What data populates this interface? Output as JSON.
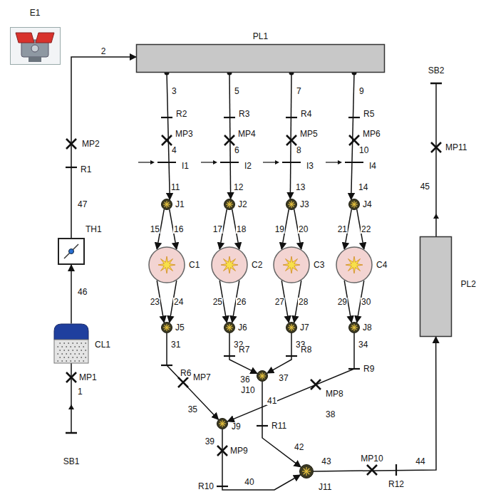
{
  "diagram": {
    "nodes": [
      {
        "text": [
          "PL1"
        ]
      },
      {
        "text": [
          "TH1"
        ]
      },
      {
        "text": [
          "J1"
        ]
      },
      {
        "text": [
          "J2"
        ]
      },
      {
        "text": [
          "J3"
        ]
      },
      {
        "text": [
          "J4"
        ]
      },
      {
        "text": [
          "C1"
        ]
      },
      {
        "text": [
          "C2"
        ]
      },
      {
        "text": [
          "C3"
        ]
      },
      {
        "text": [
          "C4"
        ]
      },
      {
        "text": [
          "PL2"
        ]
      },
      {
        "text": [
          "J5"
        ]
      },
      {
        "text": [
          "J6"
        ]
      },
      {
        "text": [
          "J7"
        ]
      },
      {
        "text": [
          "J8"
        ]
      },
      {
        "text": [
          "CL1"
        ]
      },
      {
        "text": [
          "J10"
        ]
      },
      {
        "text": [
          "J9"
        ]
      },
      {
        "text": [
          "J11"
        ]
      }
    ],
    "edges": [
      {
        "from": 15,
        "to": 1,
        "arrow": "to"
      },
      {
        "from": 1,
        "to": 0,
        "arrow": "to"
      },
      {
        "from": 0,
        "to": 2,
        "arrow": "to"
      },
      {
        "from": 0,
        "to": 3,
        "arrow": "to"
      },
      {
        "from": 0,
        "to": 4,
        "arrow": "to"
      },
      {
        "from": 0,
        "to": 5,
        "arrow": "to"
      },
      {
        "from": 2,
        "to": 6,
        "label": "15",
        "arrow": "to"
      },
      {
        "from": 2,
        "to": 6,
        "label": "16",
        "arrow": "to"
      },
      {
        "from": 3,
        "to": 7,
        "label": "17",
        "arrow": "to"
      },
      {
        "from": 3,
        "to": 7,
        "label": "18",
        "arrow": "to"
      },
      {
        "from": 4,
        "to": 8,
        "label": "19",
        "arrow": "to"
      },
      {
        "from": 4,
        "to": 8,
        "label": "20",
        "arrow": "to"
      },
      {
        "from": 5,
        "to": 9,
        "label": "21",
        "arrow": "to"
      },
      {
        "from": 5,
        "to": 9,
        "label": "22",
        "arrow": "to"
      },
      {
        "from": 6,
        "to": 11,
        "label": "23",
        "arrow": "to"
      },
      {
        "from": 6,
        "to": 11,
        "label": "24",
        "arrow": "to"
      },
      {
        "from": 7,
        "to": 12,
        "label": "25",
        "arrow": "to"
      },
      {
        "from": 7,
        "to": 12,
        "label": "26",
        "arrow": "to"
      },
      {
        "from": 8,
        "to": 13,
        "label": "27",
        "arrow": "to"
      },
      {
        "from": 8,
        "to": 13,
        "label": "28",
        "arrow": "to"
      },
      {
        "from": 9,
        "to": 14,
        "label": "29",
        "arrow": "to"
      },
      {
        "from": 9,
        "to": 14,
        "label": "30",
        "arrow": "to"
      },
      {
        "from": 11,
        "to": 17,
        "arrow": "to"
      },
      {
        "from": 12,
        "to": 16,
        "arrow": "to"
      },
      {
        "from": 13,
        "to": 16,
        "arrow": "to"
      },
      {
        "from": 14,
        "to": 17,
        "arrow": "to"
      },
      {
        "from": 16,
        "to": 18,
        "arrow": "to"
      },
      {
        "from": 17,
        "to": 18,
        "arrow": "to"
      },
      {
        "from": 18,
        "to": 10,
        "arrow": "to"
      }
    ],
    "labels": [
      "E1",
      "2",
      "MP2",
      "R1",
      "47",
      "46",
      "MP1",
      "1",
      "SB1",
      "3",
      "5",
      "7",
      "9",
      "R2",
      "R3",
      "R4",
      "R5",
      "MP3",
      "MP4",
      "MP5",
      "MP6",
      "4",
      "6",
      "8",
      "10",
      "I1",
      "I2",
      "I3",
      "I4",
      "11",
      "12",
      "13",
      "14",
      "31",
      "32",
      "33",
      "34",
      "R6",
      "R7",
      "R8",
      "R9",
      "MP7",
      "35",
      "36",
      "37",
      "MP8",
      "38",
      "39",
      "MP9",
      "R10",
      "40",
      "41",
      "R11",
      "42",
      "43",
      "MP10",
      "R12",
      "44",
      "45",
      "MP11",
      "SB2"
    ]
  }
}
